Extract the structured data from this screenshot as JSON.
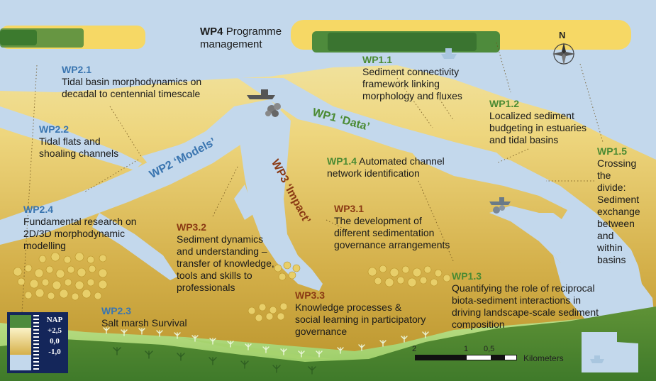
{
  "wp4": {
    "code": "WP4",
    "title": "Programme",
    "title2": "management"
  },
  "wp_titles": {
    "wp1": "WP1 ‘Data’",
    "wp2": "WP2 ‘Models’",
    "wp3": "WP3 ‘Impact’"
  },
  "wp1": {
    "wp1_1": {
      "code": "WP1.1",
      "lines": [
        "Sediment connectivity",
        "framework linking",
        "morphology and fluxes"
      ]
    },
    "wp1_2": {
      "code": "WP1.2",
      "lines": [
        "Localized sediment",
        "budgeting in estuaries",
        "and tidal basins"
      ]
    },
    "wp1_3": {
      "code": "WP1.3",
      "lines": [
        "Quantifying the role of reciprocal",
        "biota-sediment interactions in",
        "driving landscape-scale sediment",
        "composition"
      ]
    },
    "wp1_4": {
      "code": "WP1.4",
      "text": "Automated channel",
      "line2": "network identification"
    },
    "wp1_5": {
      "code": "WP1.5",
      "lines": [
        "Crossing",
        "the",
        "divide:",
        "Sediment",
        "exchange",
        "between",
        "and",
        "within",
        "basins"
      ]
    }
  },
  "wp2": {
    "wp2_1": {
      "code": "WP2.1",
      "lines": [
        "Tidal basin morphodynamics on",
        "decadal to centennial timescale"
      ]
    },
    "wp2_2": {
      "code": "WP2.2",
      "lines": [
        "Tidal flats and",
        "shoaling channels"
      ]
    },
    "wp2_3": {
      "code": "WP2.3",
      "lines": [
        "Salt marsh Survival"
      ]
    },
    "wp2_4": {
      "code": "WP2.4",
      "lines": [
        "Fundamental research on",
        "2D/3D morphodynamic",
        "modelling"
      ]
    }
  },
  "wp3": {
    "wp3_1": {
      "code": "WP3.1",
      "lines": [
        "The development of",
        "different sedimentation",
        "governance arrangements"
      ]
    },
    "wp3_2": {
      "code": "WP3.2",
      "lines": [
        "Sediment dynamics",
        "and understanding –",
        "transfer of knowledge,",
        "tools and skills to",
        "professionals"
      ]
    },
    "wp3_3": {
      "code": "WP3.3",
      "lines": [
        "Knowledge processes &",
        "social learning in participatory",
        "governance"
      ]
    }
  },
  "legend": {
    "title": "NAP",
    "values": [
      "+2,5",
      "0,0",
      "-1,0"
    ]
  },
  "scalebar": {
    "ticks": [
      "2",
      "1",
      "0,5"
    ],
    "unit": "Kilometers"
  },
  "compass": {
    "letter": "N"
  },
  "colors": {
    "water": "#c3d8ec",
    "sand_light": "#f2e6a0",
    "sand_dark": "#c09a28",
    "marsh_green": "#5c8d36",
    "island_yellow": "#f6d865",
    "island_green": "#4e8b3c",
    "blue_text": "#3a75b0",
    "green_text": "#4a8a32",
    "brown_text": "#8a3a14"
  }
}
